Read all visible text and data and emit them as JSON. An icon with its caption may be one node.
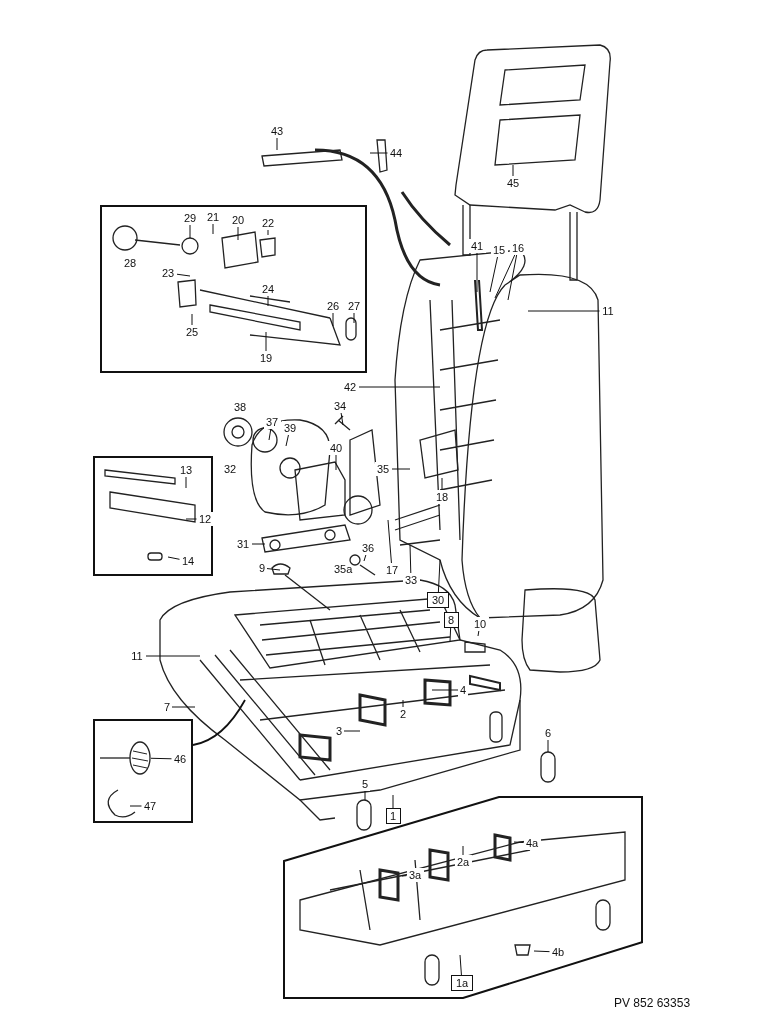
{
  "diagram": {
    "nodes": [
      {
        "text": [],
        "shape": "box"
      },
      {
        "text": [
          "29"
        ],
        "in": 0
      },
      {
        "text": [
          "21"
        ],
        "in": 0
      },
      {
        "text": [
          "20"
        ],
        "in": 0
      },
      {
        "text": [
          "22"
        ],
        "in": 0
      },
      {
        "text": [
          "23"
        ],
        "in": 0
      },
      {
        "text": [
          "24"
        ],
        "in": 0
      },
      {
        "text": [
          "25"
        ],
        "in": 0
      },
      {
        "text": [
          "26"
        ],
        "in": 0
      },
      {
        "text": [
          "27"
        ],
        "in": 0
      },
      {
        "text": [
          "19"
        ],
        "in": 0
      },
      {
        "text": [
          "43"
        ]
      },
      {
        "text": [
          "44"
        ]
      },
      {
        "text": [
          "45"
        ]
      },
      {
        "text": [
          "41"
        ]
      },
      {
        "text": [
          "15"
        ]
      },
      {
        "text": [
          "16"
        ]
      },
      {
        "text": [
          "11"
        ]
      },
      {
        "text": [
          "42"
        ]
      },
      {
        "text": [],
        "shape": "box"
      },
      {
        "text": [
          "13"
        ],
        "in": 19
      },
      {
        "text": [
          "12"
        ],
        "in": 19
      },
      {
        "text": [
          "14"
        ],
        "in": 19
      },
      {
        "text": [
          "37"
        ]
      },
      {
        "text": [
          "39"
        ]
      },
      {
        "text": [
          "40"
        ]
      },
      {
        "text": [
          "34"
        ]
      },
      {
        "text": [
          "35"
        ]
      },
      {
        "text": [
          "18"
        ]
      },
      {
        "text": [
          "17"
        ]
      },
      {
        "text": [
          "36"
        ]
      },
      {
        "text": [
          "33"
        ]
      },
      {
        "text": [
          "31"
        ]
      },
      {
        "text": [
          "9"
        ]
      },
      {
        "text": [
          "30"
        ]
      },
      {
        "text": [
          "8"
        ]
      },
      {
        "text": [
          "10"
        ]
      },
      {
        "text": [
          "11"
        ]
      },
      {
        "text": [
          "7"
        ]
      },
      {
        "text": [
          "4"
        ]
      },
      {
        "text": [
          "2"
        ]
      },
      {
        "text": [
          "3"
        ]
      },
      {
        "text": [
          "6"
        ]
      },
      {
        "text": [
          "5"
        ]
      },
      {
        "text": [
          "1"
        ]
      },
      {
        "text": [],
        "shape": "box"
      },
      {
        "text": [
          "46"
        ],
        "in": 45
      },
      {
        "text": [
          "47"
        ],
        "in": 45
      },
      {
        "text": [],
        "shape": "box"
      },
      {
        "text": [
          "2a"
        ],
        "in": 48
      },
      {
        "text": [
          "4a"
        ],
        "in": 48
      },
      {
        "text": [
          "3a"
        ],
        "in": 48
      },
      {
        "text": [
          "4b"
        ],
        "in": 48
      },
      {
        "text": [
          "1a"
        ],
        "in": 48
      },
      {
        "text": [],
        "shape": "picture",
        "in": 45
      }
    ],
    "edges": [
      {
        "from": 1,
        "to": null,
        "arrow": "none"
      },
      {
        "from": 2,
        "to": null,
        "arrow": "none"
      },
      {
        "from": 3,
        "to": null,
        "arrow": "none"
      },
      {
        "from": 4,
        "to": null,
        "arrow": "none"
      },
      {
        "from": 5,
        "to": null,
        "arrow": "none"
      },
      {
        "from": 6,
        "to": null,
        "arrow": "none"
      },
      {
        "from": 7,
        "to": null,
        "arrow": "none"
      },
      {
        "from": 8,
        "to": null,
        "arrow": "none"
      },
      {
        "from": 9,
        "to": null,
        "arrow": "none"
      },
      {
        "from": 10,
        "to": null,
        "arrow": "none"
      },
      {
        "from": 11,
        "to": null,
        "arrow": "none"
      },
      {
        "from": 12,
        "to": null,
        "arrow": "none"
      },
      {
        "from": 13,
        "to": null,
        "arrow": "none"
      },
      {
        "from": 14,
        "to": null,
        "arrow": "none"
      },
      {
        "from": 15,
        "to": null,
        "arrow": "none"
      },
      {
        "from": 16,
        "to": null,
        "arrow": "none"
      },
      {
        "from": 16,
        "to": null,
        "arrow": "none"
      },
      {
        "from": 17,
        "to": null,
        "arrow": "none"
      },
      {
        "from": 18,
        "to": null,
        "arrow": "none"
      },
      {
        "from": 20,
        "to": null,
        "arrow": "none"
      },
      {
        "from": 21,
        "to": null,
        "arrow": "none"
      },
      {
        "from": 22,
        "to": null,
        "arrow": "none"
      },
      {
        "from": 23,
        "to": null,
        "arrow": "none"
      },
      {
        "from": 24,
        "to": null,
        "arrow": "none"
      },
      {
        "from": 25,
        "to": null,
        "arrow": "none"
      },
      {
        "from": 26,
        "to": null,
        "arrow": "none"
      },
      {
        "from": 27,
        "to": null,
        "arrow": "none"
      },
      {
        "from": 28,
        "to": null,
        "arrow": "none"
      },
      {
        "from": 29,
        "to": null,
        "arrow": "none"
      },
      {
        "from": 30,
        "to": null,
        "arrow": "none"
      },
      {
        "from": 31,
        "to": null,
        "arrow": "none"
      },
      {
        "from": 32,
        "to": null,
        "arrow": "none"
      },
      {
        "from": 33,
        "to": null,
        "arrow": "none"
      },
      {
        "from": 34,
        "to": null,
        "arrow": "none"
      },
      {
        "from": 35,
        "to": null,
        "arrow": "none"
      },
      {
        "from": 36,
        "to": null,
        "arrow": "none"
      },
      {
        "from": 37,
        "to": null,
        "arrow": "none"
      },
      {
        "from": 38,
        "to": null,
        "arrow": "none"
      },
      {
        "from": 39,
        "to": null,
        "arrow": "none"
      },
      {
        "from": 40,
        "to": null,
        "arrow": "none"
      },
      {
        "from": 41,
        "to": null,
        "arrow": "none"
      },
      {
        "from": 42,
        "to": null,
        "arrow": "none"
      },
      {
        "from": 43,
        "to": null,
        "arrow": "none"
      },
      {
        "from": 44,
        "to": null,
        "arrow": "none"
      },
      {
        "from": 45,
        "to": null,
        "arrow": "none"
      },
      {
        "from": 46,
        "to": 54,
        "arrow": "none"
      },
      {
        "from": 47,
        "to": null,
        "arrow": "none"
      },
      {
        "from": 49,
        "to": null,
        "arrow": "none"
      },
      {
        "from": 50,
        "to": null,
        "arrow": "none"
      },
      {
        "from": 51,
        "to": null,
        "arrow": "none"
      },
      {
        "from": 52,
        "to": null,
        "arrow": "none"
      },
      {
        "from": 53,
        "to": null,
        "arrow": "none"
      }
    ],
    "labels": [
      "28",
      "38",
      "32",
      "35a",
      "PV 852 63353"
    ]
  }
}
